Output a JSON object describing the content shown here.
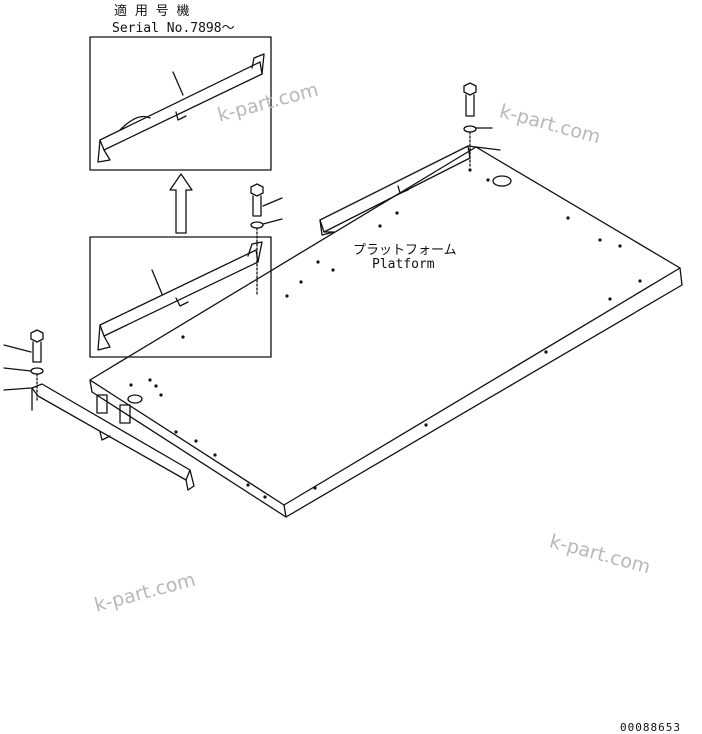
{
  "header": {
    "applicable_models": "適 用 号 機",
    "serial_range": "Serial No.7898～"
  },
  "part": {
    "name_jp": "プラットフォーム",
    "name_en": "Platform"
  },
  "watermarks": [
    "k-part.com",
    "k-part.com",
    "k-part.com",
    "k-part.com"
  ],
  "drawing_number": "00088653",
  "colors": {
    "line": "#111111",
    "watermark": "#b8b8b8",
    "background": "#ffffff"
  }
}
